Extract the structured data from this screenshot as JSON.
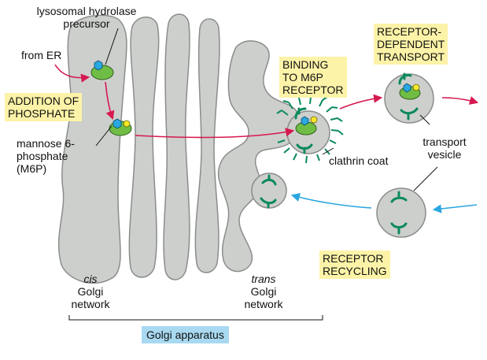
{
  "labels": {
    "lysosomal_hydrolase": [
      "lysosomal hydrolase",
      "precursor"
    ],
    "from_er": "from ER",
    "addition_of_phosphate": [
      "ADDITION OF",
      "PHOSPHATE"
    ],
    "mannose_6_phosphate": [
      "mannose 6-",
      "phosphate",
      "(M6P)"
    ],
    "binding_to_m6p": [
      "BINDING",
      "TO M6P",
      "RECEPTOR"
    ],
    "receptor_dependent_transport": [
      "RECEPTOR-",
      "DEPENDENT",
      "TRANSPORT"
    ],
    "clathrin_coat": "clathrin coat",
    "transport_vesicle": [
      "transport",
      "vesicle"
    ],
    "receptor_recycling": [
      "RECEPTOR",
      "RECYCLING"
    ],
    "cis_golgi": [
      "cis",
      "Golgi",
      "network"
    ],
    "trans_golgi": [
      "trans",
      "Golgi",
      "network"
    ],
    "golgi_apparatus": "Golgi apparatus"
  },
  "colors": {
    "cisterna": "#cdcfcc",
    "cisterna_outline": "#8a8d8b",
    "protein": "#6fbd45",
    "phosphate": "#2aa8e0",
    "receptor": "#0b8a5a",
    "m6p": "#f5e82a",
    "red_arrow": "#d6194f",
    "blue_arrow": "#2aa6df",
    "highlight_yellow": "#fdf3a8",
    "highlight_blue": "#a9d9f1"
  }
}
